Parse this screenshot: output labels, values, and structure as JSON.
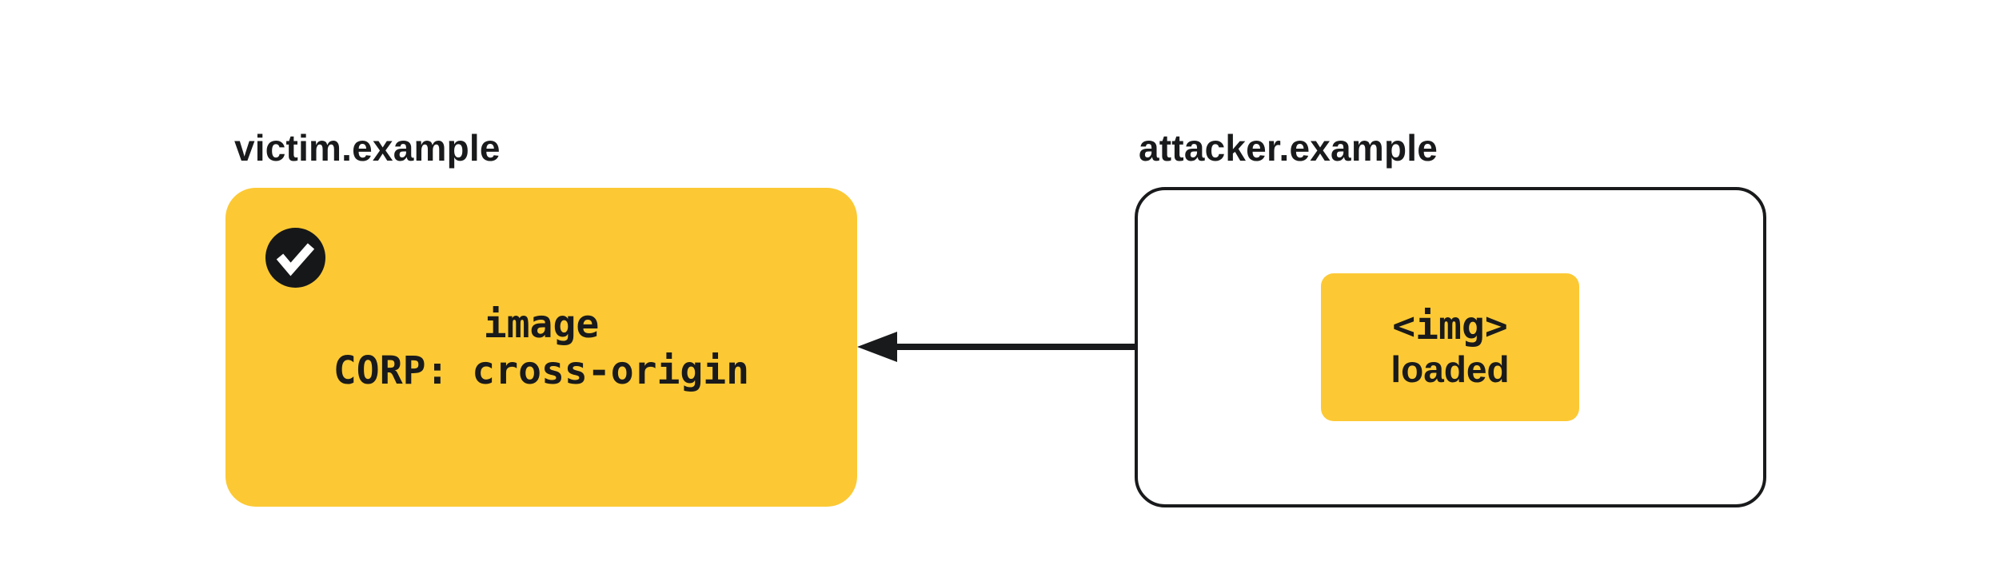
{
  "diagram": {
    "kind": "cross-origin-resource-policy-diagram",
    "colors": {
      "yellow": "#fcc934",
      "ink": "#191a1b",
      "bg": "#ffffff",
      "check_bg": "#161719",
      "check_mark": "#ffffff"
    },
    "victim": {
      "label": "victim.example",
      "resource_line": "image",
      "corp_line": "CORP: cross-origin",
      "status_icon": "check-circle"
    },
    "attacker": {
      "label": "attacker.example",
      "badge": {
        "tag_line": "<img>",
        "status_line": "loaded"
      }
    },
    "arrow": {
      "direction": "right-to-left",
      "from": "attacker.example",
      "to": "victim.example"
    }
  }
}
